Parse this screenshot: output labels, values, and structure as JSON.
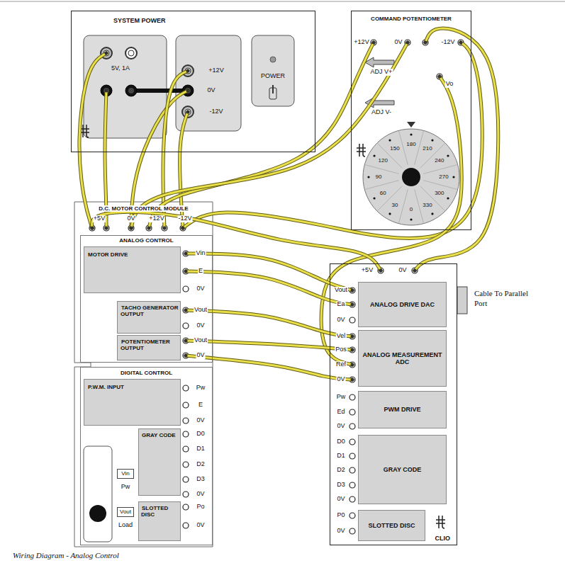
{
  "diagram": {
    "caption": "Wiring Diagram - Analog Control",
    "nodes": [
      {
        "text": [
          "SYSTEM POWER"
        ]
      },
      {
        "text": [
          "COMMAND POTENTIOMETER"
        ]
      },
      {
        "text": [
          "D.C. MOTOR CONTROL MODULE"
        ]
      },
      {
        "text": [
          "ANALOG CONTROL"
        ],
        "in": 2
      },
      {
        "text": [
          "MOTOR DRIVE"
        ],
        "in": 3
      },
      {
        "text": [
          "TACHO GENERATOR OUTPUT"
        ],
        "in": 3
      },
      {
        "text": [
          "POTENTIOMETER OUTPUT"
        ],
        "in": 3
      },
      {
        "text": [
          "DIGITAL CONTROL"
        ],
        "in": 2
      },
      {
        "text": [
          "P.W.M. INPUT"
        ],
        "in": 7
      },
      {
        "text": [
          "GRAY CODE"
        ],
        "in": 7
      },
      {
        "text": [
          "Vin"
        ],
        "in": 7
      },
      {
        "text": [
          "Vout"
        ],
        "in": 7
      },
      {
        "text": [
          "SLOTTED DISC"
        ],
        "in": 7
      },
      {
        "text": [
          "CLIO"
        ]
      },
      {
        "text": [
          "ANALOG DRIVE DAC"
        ],
        "in": 13
      },
      {
        "text": [
          "ANALOG MEASUREMENT ADC"
        ],
        "in": 13
      },
      {
        "text": [
          "PWM DRIVE"
        ],
        "in": 13
      },
      {
        "text": [
          "GRAY CODE"
        ],
        "in": 13
      },
      {
        "text": [
          "SLOTTED DISC"
        ],
        "in": 13
      }
    ],
    "edges": [
      {
        "from": 0,
        "to": 2,
        "arrow": "none"
      },
      {
        "from": 0,
        "to": 2,
        "arrow": "none"
      },
      {
        "from": 0,
        "to": 2,
        "arrow": "none"
      },
      {
        "from": 0,
        "to": 2,
        "arrow": "none"
      },
      {
        "from": 0,
        "to": 2,
        "arrow": "none"
      },
      {
        "from": 2,
        "to": 1,
        "arrow": "none"
      },
      {
        "from": 2,
        "to": 1,
        "arrow": "none"
      },
      {
        "from": 2,
        "to": 1,
        "arrow": "none"
      },
      {
        "from": 1,
        "to": 13,
        "arrow": "none"
      },
      {
        "from": 1,
        "to": 15,
        "arrow": "none"
      },
      {
        "from": 2,
        "to": 13,
        "arrow": "none"
      },
      {
        "from": 4,
        "to": 14,
        "arrow": "none"
      },
      {
        "from": 4,
        "to": 14,
        "arrow": "none"
      },
      {
        "from": 5,
        "to": 15,
        "arrow": "none"
      },
      {
        "from": 6,
        "to": 15,
        "arrow": "none"
      },
      {
        "from": 6,
        "to": 15,
        "arrow": "none"
      }
    ],
    "labels": [
      "5V, 1A",
      "+12V",
      "0V",
      "-12V",
      "POWER",
      "+12V",
      "0V",
      "-12V",
      "ADJ V+",
      "ADJ V-",
      "Vo",
      "0",
      "30",
      "60",
      "90",
      "120",
      "150",
      "180",
      "210",
      "240",
      "270",
      "300",
      "330",
      "+5V",
      "0V",
      "+12V",
      "-12V",
      "Vin",
      "E",
      "0V",
      "Vout",
      "0V",
      "Vout",
      "0V",
      "Pw",
      "E",
      "0V",
      "D0",
      "D1",
      "D2",
      "D3",
      "0V",
      "Pw",
      "Load",
      "Po",
      "0V",
      "+5V",
      "0V",
      "Vout",
      "Ea",
      "0V",
      "Vel",
      "Pos",
      "Ref",
      "0V",
      "Pw",
      "Ed",
      "0V",
      "D0",
      "D1",
      "D2",
      "D3",
      "0V",
      "P0",
      "0V",
      "Cable To Parallel Port"
    ]
  }
}
